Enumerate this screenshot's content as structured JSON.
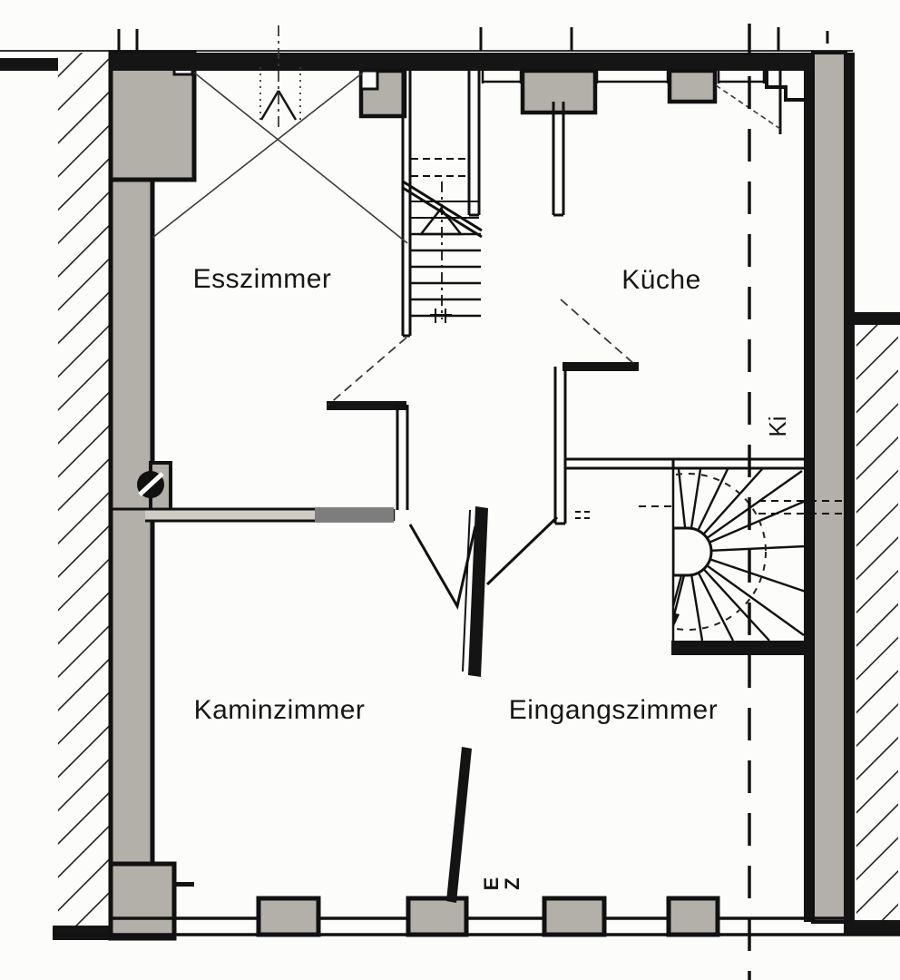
{
  "plan": {
    "kind": "floor-plan",
    "rooms": [
      {
        "id": "esszimmer",
        "label": "Esszimmer"
      },
      {
        "id": "kueche",
        "label": "Küche"
      },
      {
        "id": "kaminzimmer",
        "label": "Kaminzimmer"
      },
      {
        "id": "eingangszimmer",
        "label": "Eingangszimmer"
      }
    ],
    "annotations": {
      "ki": "Ki",
      "ez_letters": [
        "E",
        "Z"
      ]
    },
    "colors": {
      "paper": "#fcfcfa",
      "wall_fill": "#b3b0aa",
      "line": "#1a1a1a",
      "digital_gray_patch": "#7d7d7d"
    }
  }
}
